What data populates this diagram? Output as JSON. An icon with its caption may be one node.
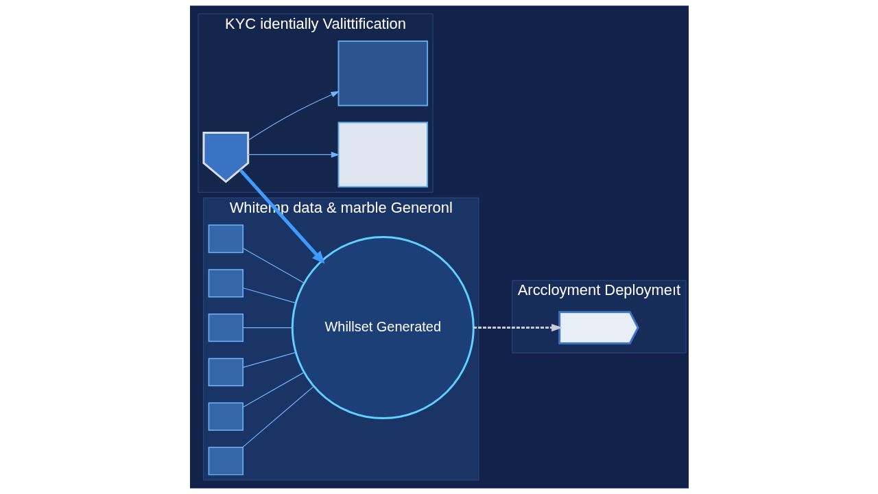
{
  "diagram": {
    "nodes": [
      {
        "text": [
          "KYC identially Valittification"
        ]
      },
      {
        "text": [],
        "shape": "shield",
        "in": 0
      },
      {
        "text": [],
        "shape": "box",
        "in": 0
      },
      {
        "text": [],
        "shape": "box",
        "in": 0
      },
      {
        "text": [
          "Whitemp data & marble Generonl"
        ]
      },
      {
        "text": [],
        "shape": "box",
        "in": 4
      },
      {
        "text": [],
        "shape": "box",
        "in": 4
      },
      {
        "text": [],
        "shape": "box",
        "in": 4
      },
      {
        "text": [],
        "shape": "box",
        "in": 4
      },
      {
        "text": [],
        "shape": "box",
        "in": 4
      },
      {
        "text": [],
        "shape": "box",
        "in": 4
      },
      {
        "text": [
          "Whillset Generated"
        ],
        "in": 4
      },
      {
        "text": [
          "Arccloyment Deploymeıt"
        ]
      },
      {
        "text": [],
        "shape": "rocket",
        "in": 12
      }
    ],
    "edges": [
      {
        "from": 1,
        "to": 2,
        "arrow": "to"
      },
      {
        "from": 1,
        "to": 3,
        "arrow": "to"
      },
      {
        "from": 1,
        "to": 11,
        "arrow": "to",
        "style": "thick",
        "color": "#3f9bff"
      },
      {
        "from": 5,
        "to": 11,
        "arrow": "none"
      },
      {
        "from": 6,
        "to": 11,
        "arrow": "none"
      },
      {
        "from": 7,
        "to": 11,
        "arrow": "none"
      },
      {
        "from": 8,
        "to": 11,
        "arrow": "none"
      },
      {
        "from": 9,
        "to": 11,
        "arrow": "none"
      },
      {
        "from": 10,
        "to": 11,
        "arrow": "none"
      },
      {
        "from": 11,
        "to": 13,
        "arrow": "to",
        "style": "dashed",
        "color": "#c8ccd4"
      }
    ]
  }
}
